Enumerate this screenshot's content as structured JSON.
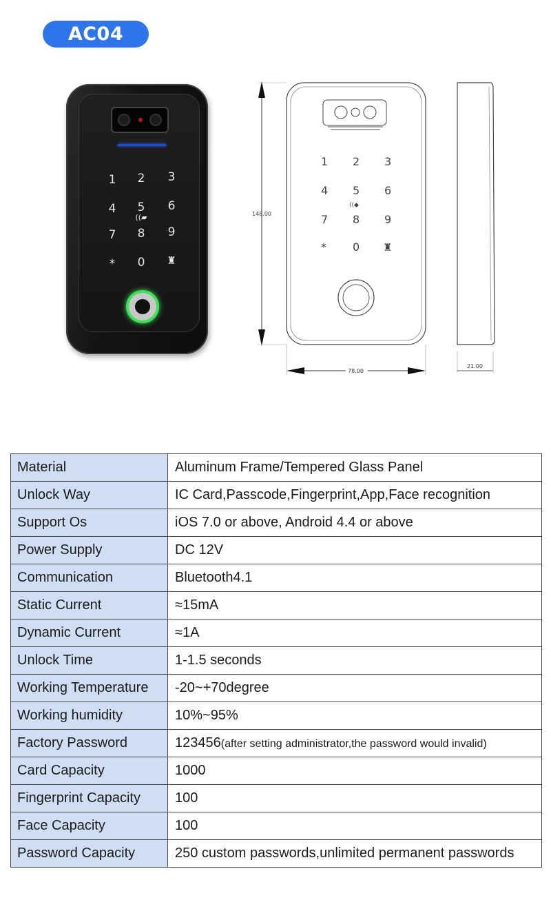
{
  "badge": {
    "label": "AC04"
  },
  "device": {
    "keys": [
      "1",
      "2",
      "3",
      "4",
      "5",
      "6",
      "7",
      "8",
      "9",
      "*",
      "0"
    ]
  },
  "drawing": {
    "height_label": "148.00",
    "width_label": "78.00",
    "depth_label": "21.00",
    "keys": [
      "1",
      "2",
      "3",
      "4",
      "5",
      "6",
      "7",
      "8",
      "9",
      "*",
      "0"
    ]
  },
  "specs": [
    {
      "label": "Material",
      "value": "Aluminum Frame/Tempered Glass Panel"
    },
    {
      "label": "Unlock Way",
      "value": "IC Card,Passcode,Fingerprint,App,Face recognition"
    },
    {
      "label": "Support Os",
      "value": "iOS 7.0 or above, Android 4.4 or above"
    },
    {
      "label": "Power Supply",
      "value": "DC 12V"
    },
    {
      "label": "Communication",
      "value": "Bluetooth4.1"
    },
    {
      "label": "Static Current",
      "value": "≈15mA"
    },
    {
      "label": "Dynamic Current",
      "value": "≈1A"
    },
    {
      "label": "Unlock Time",
      "value": "1-1.5 seconds"
    },
    {
      "label": "Working Temperature",
      "value": "-20~+70degree"
    },
    {
      "label": "Working humidity",
      "value": "10%~95%"
    },
    {
      "label": "Factory Password",
      "value": "123456",
      "note": "(after setting administrator,the password would invalid)"
    },
    {
      "label": "Card Capacity",
      "value": "1000"
    },
    {
      "label": "Fingerprint Capacity",
      "value": "100"
    },
    {
      "label": "Face Capacity",
      "value": "100"
    },
    {
      "label": "Password Capacity",
      "value": "250 custom passwords,unlimited permanent passwords"
    }
  ],
  "colors": {
    "badge_bg": "#2f74e8",
    "label_cell_bg": "#d0def5",
    "fingerprint_ring": "#3fe05a",
    "indicator_line": "#1c4fe0"
  }
}
